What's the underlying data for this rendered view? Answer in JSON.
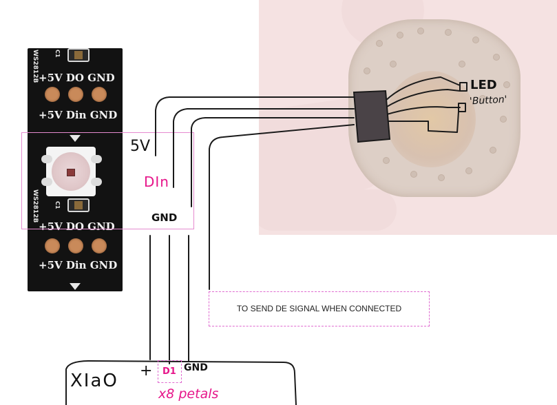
{
  "strip": {
    "top_labels": "+5V DO GND",
    "row1": "+5V Din GND",
    "row2": "+5V DO GND",
    "row3": "+5V Din GND",
    "chip_label_a": "WS2812B",
    "chip_label_b": "WS2812B",
    "cap_label_a": "C1",
    "cap_label_b": "C1"
  },
  "pins": {
    "five_v": "5V",
    "din": "DIn",
    "gnd": "GND"
  },
  "petal": {
    "led": "LED",
    "button": "'Button'"
  },
  "note": "TO SEND DE SIGNAL WHEN CONNECTED",
  "board": {
    "name": "XIaO",
    "plus": "+",
    "d1": "D1",
    "gnd": "GND",
    "petals": "x8 petals"
  },
  "colors": {
    "accent_pink": "#e6168a",
    "box_pink": "#e06ad0"
  }
}
